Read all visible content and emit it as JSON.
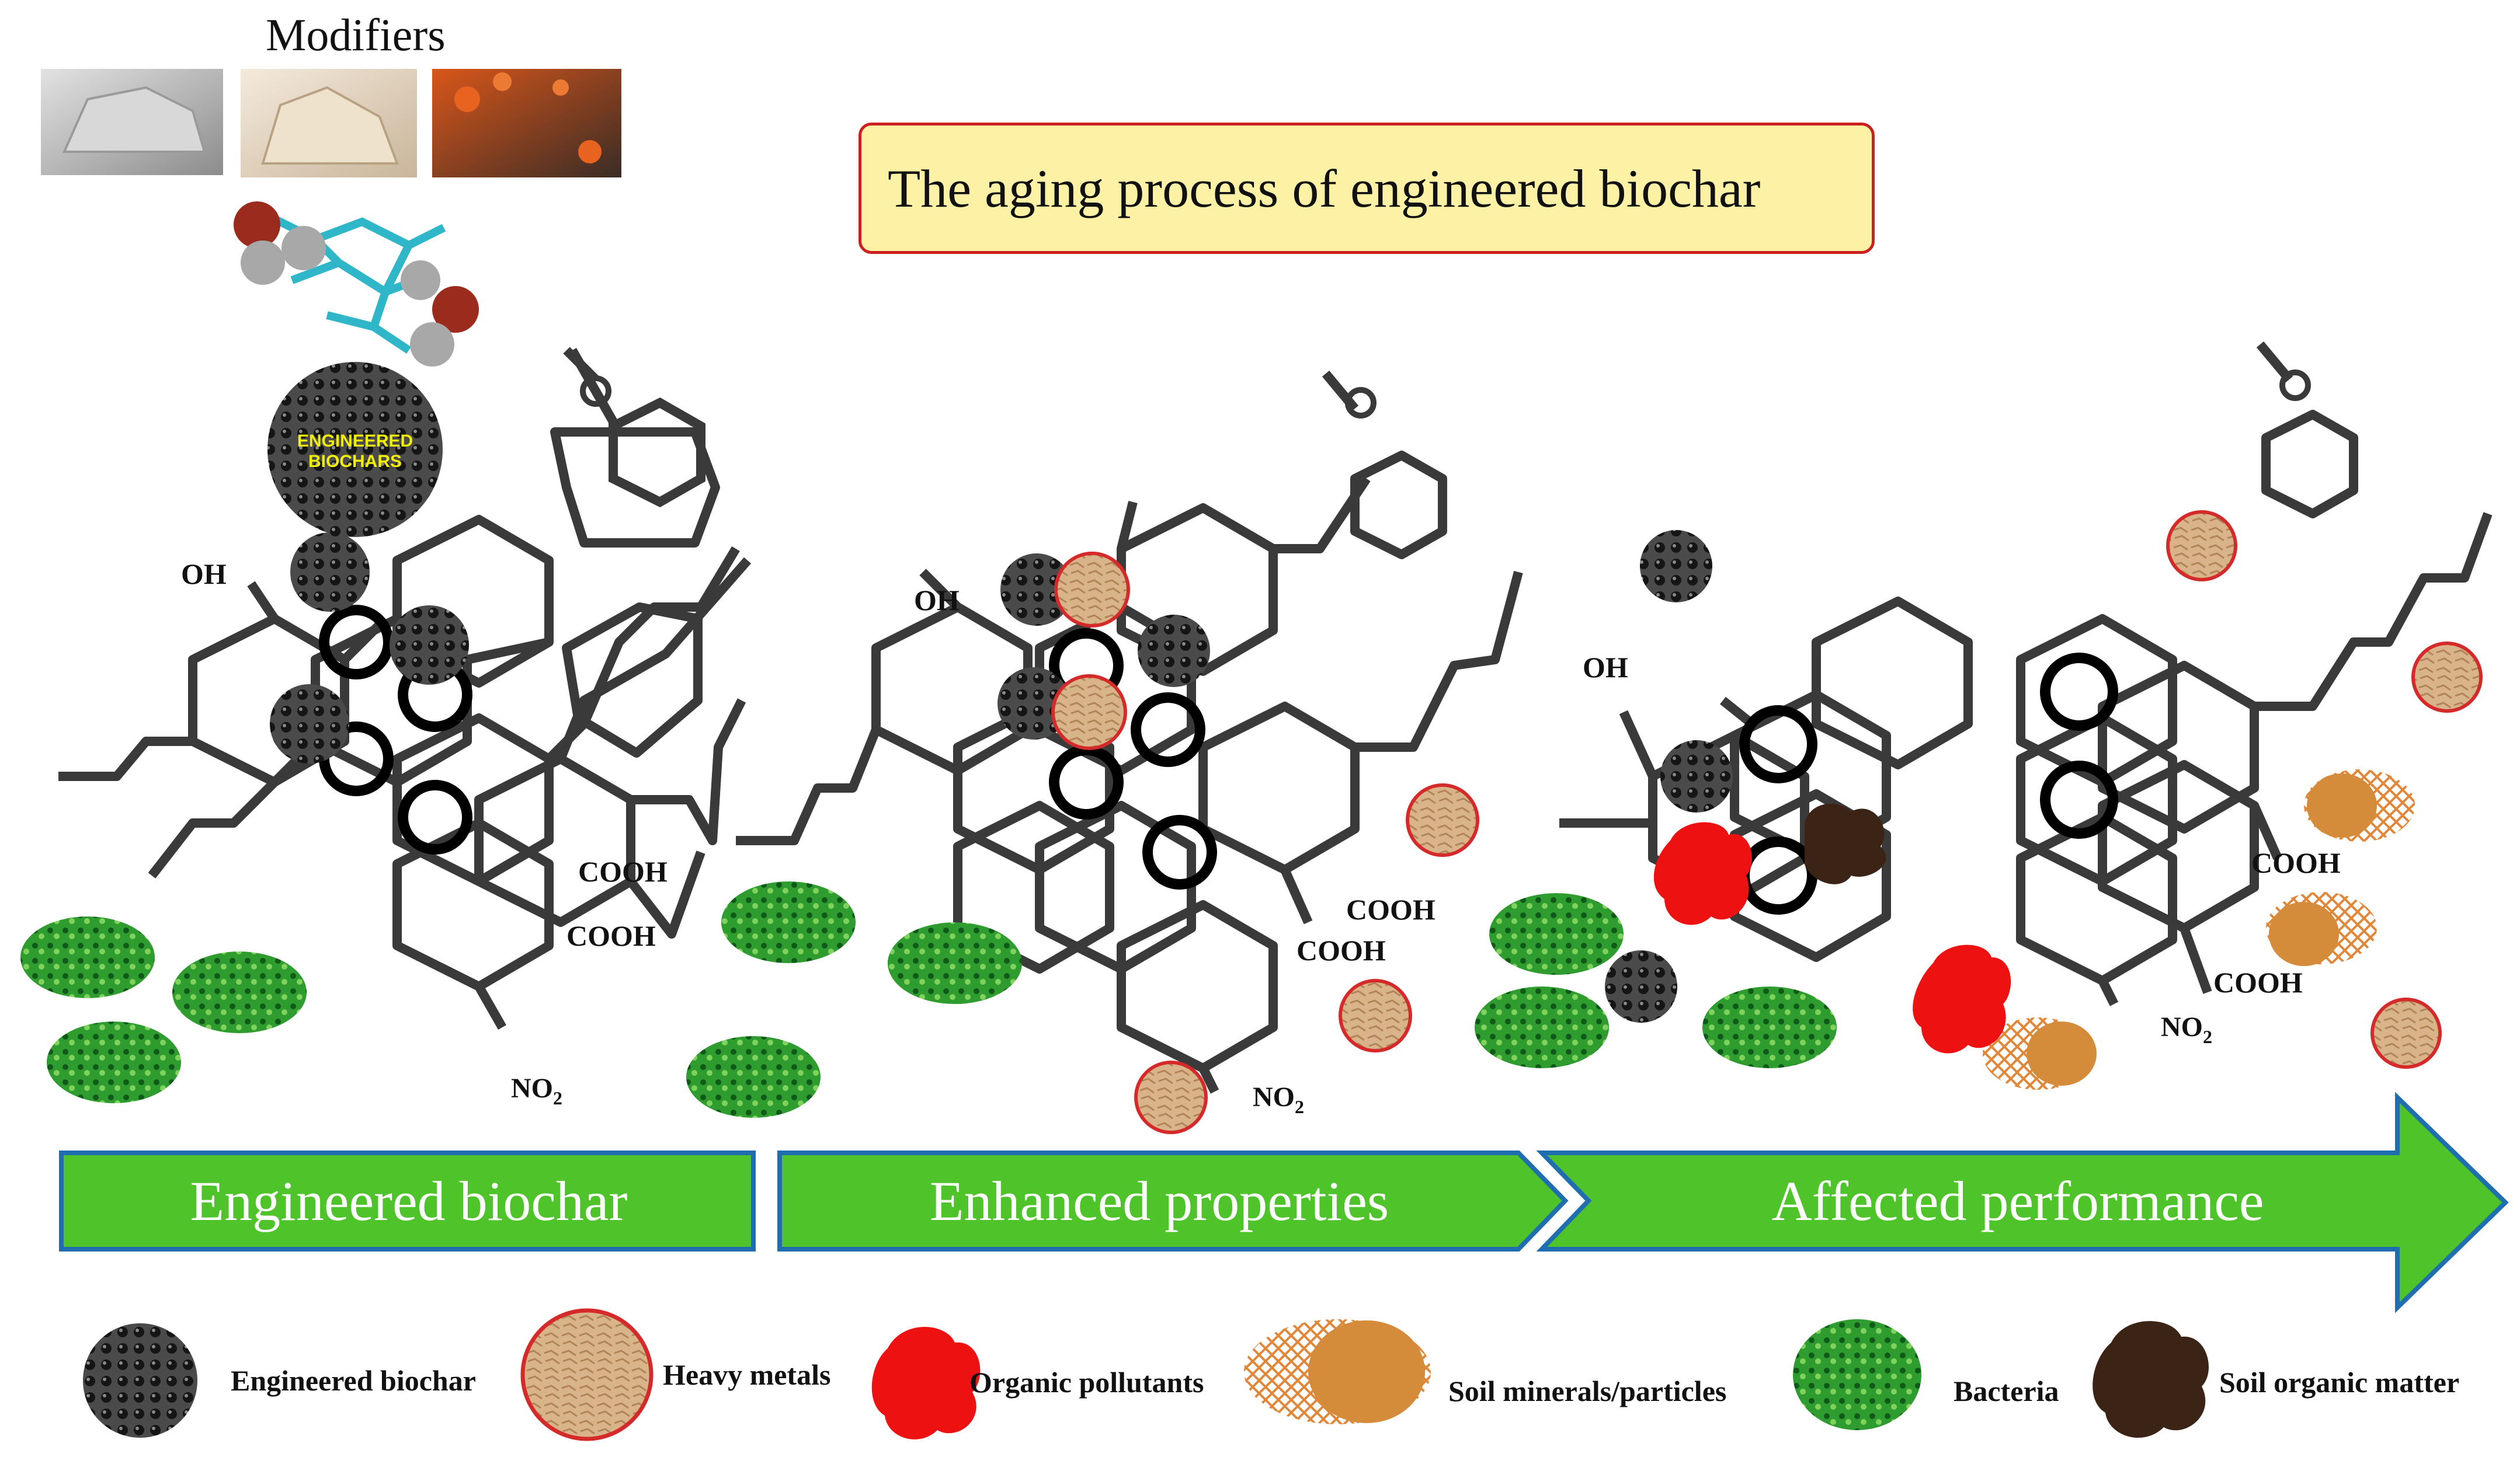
{
  "modifiers_label": "Modifiers",
  "title": "The aging process of engineered biochar",
  "stages": [
    {
      "label": "Engineered biochar"
    },
    {
      "label": "Enhanced properties"
    },
    {
      "label": "Affected performance"
    }
  ],
  "biochar_badge": {
    "line1": "ENGINEERED",
    "line2": "BIOCHARS"
  },
  "chem_labels": {
    "oh": "OH",
    "cooh": "COOH",
    "no2": "NO",
    "no2_sub": "2"
  },
  "legend": [
    {
      "icon": "engineered-biochar-icon",
      "label": "Engineered biochar"
    },
    {
      "icon": "heavy-metal-icon",
      "label": "Heavy metals"
    },
    {
      "icon": "organic-pollutant-icon",
      "label": "Organic pollutants"
    },
    {
      "icon": "soil-mineral-icon",
      "label": "Soil minerals/particles"
    },
    {
      "icon": "bacteria-icon",
      "label": "Bacteria"
    },
    {
      "icon": "soil-organic-matter-icon",
      "label": "Soil organic matter"
    }
  ],
  "colors": {
    "arrow_fill": "#4ec42a",
    "arrow_border": "#1f6fb0",
    "molecule": "#3a3a3a",
    "bacteria": "#2e9c2e",
    "heavy_metal": "#d9b48a",
    "organic_pollutant": "#ee1111",
    "soil_organic_matter": "#3b2316",
    "soil_mineral": "#e0873a",
    "title_box_fill": "#fdf1a6",
    "title_box_border": "#cc2020"
  }
}
